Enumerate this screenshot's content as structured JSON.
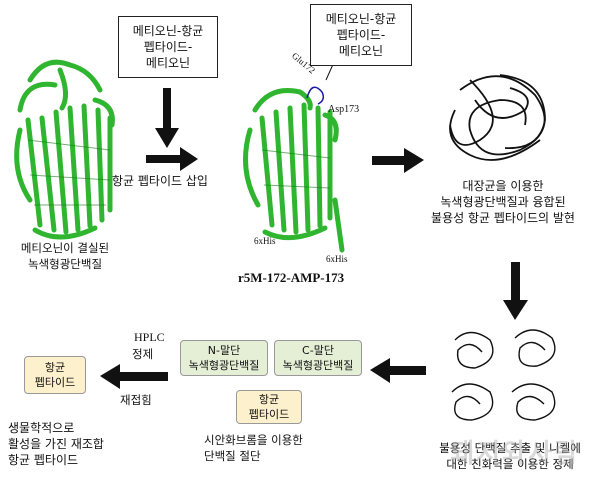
{
  "labels": {
    "box_top_left": [
      "메티오닌-항균",
      "펩타이드-",
      "메티오닌"
    ],
    "box_top_mid": [
      "메티오닌-항균",
      "펩타이드-",
      "메티오닌"
    ],
    "insertion_label": "항균 펩타이드 삽입",
    "gfp_deleted_label": [
      "메티오닌이 결실된",
      "녹색형광단백질"
    ],
    "site_glu": "Glu172",
    "site_asp": "Asp173",
    "his_a": "6xHis",
    "his_b": "6xHis",
    "construct_name": "r5M-172-AMP-173",
    "expression_label": [
      "대장균을 이용한",
      "녹색형광단백질과 융합된",
      "불용성 항균 펩타이드의 발현"
    ],
    "purification_label": [
      "불용성 단백질 추출 및 니켈에",
      "대한 친화력을 이용한 정제"
    ],
    "n_term": [
      "N-말단",
      "녹색형광단백질"
    ],
    "c_term": [
      "C-말단",
      "녹색형광단백질"
    ],
    "amp_mid": [
      "항균",
      "펩타이드"
    ],
    "cleavage_label": [
      "시안화브롬을 이용한",
      "단백질 절단"
    ],
    "hplc": "HPLC",
    "purify": "정제",
    "refold": "재접힘",
    "amp_final": [
      "항균",
      "펩타이드"
    ],
    "final_label": [
      "생물학적으로",
      "활성을 가진 재조합",
      "항균 펩타이드"
    ]
  },
  "watermark": "돼지와사람",
  "colors": {
    "protein_green": "#2fb52f",
    "arrow": "#111111",
    "loop_blue": "#1a1aa8"
  }
}
